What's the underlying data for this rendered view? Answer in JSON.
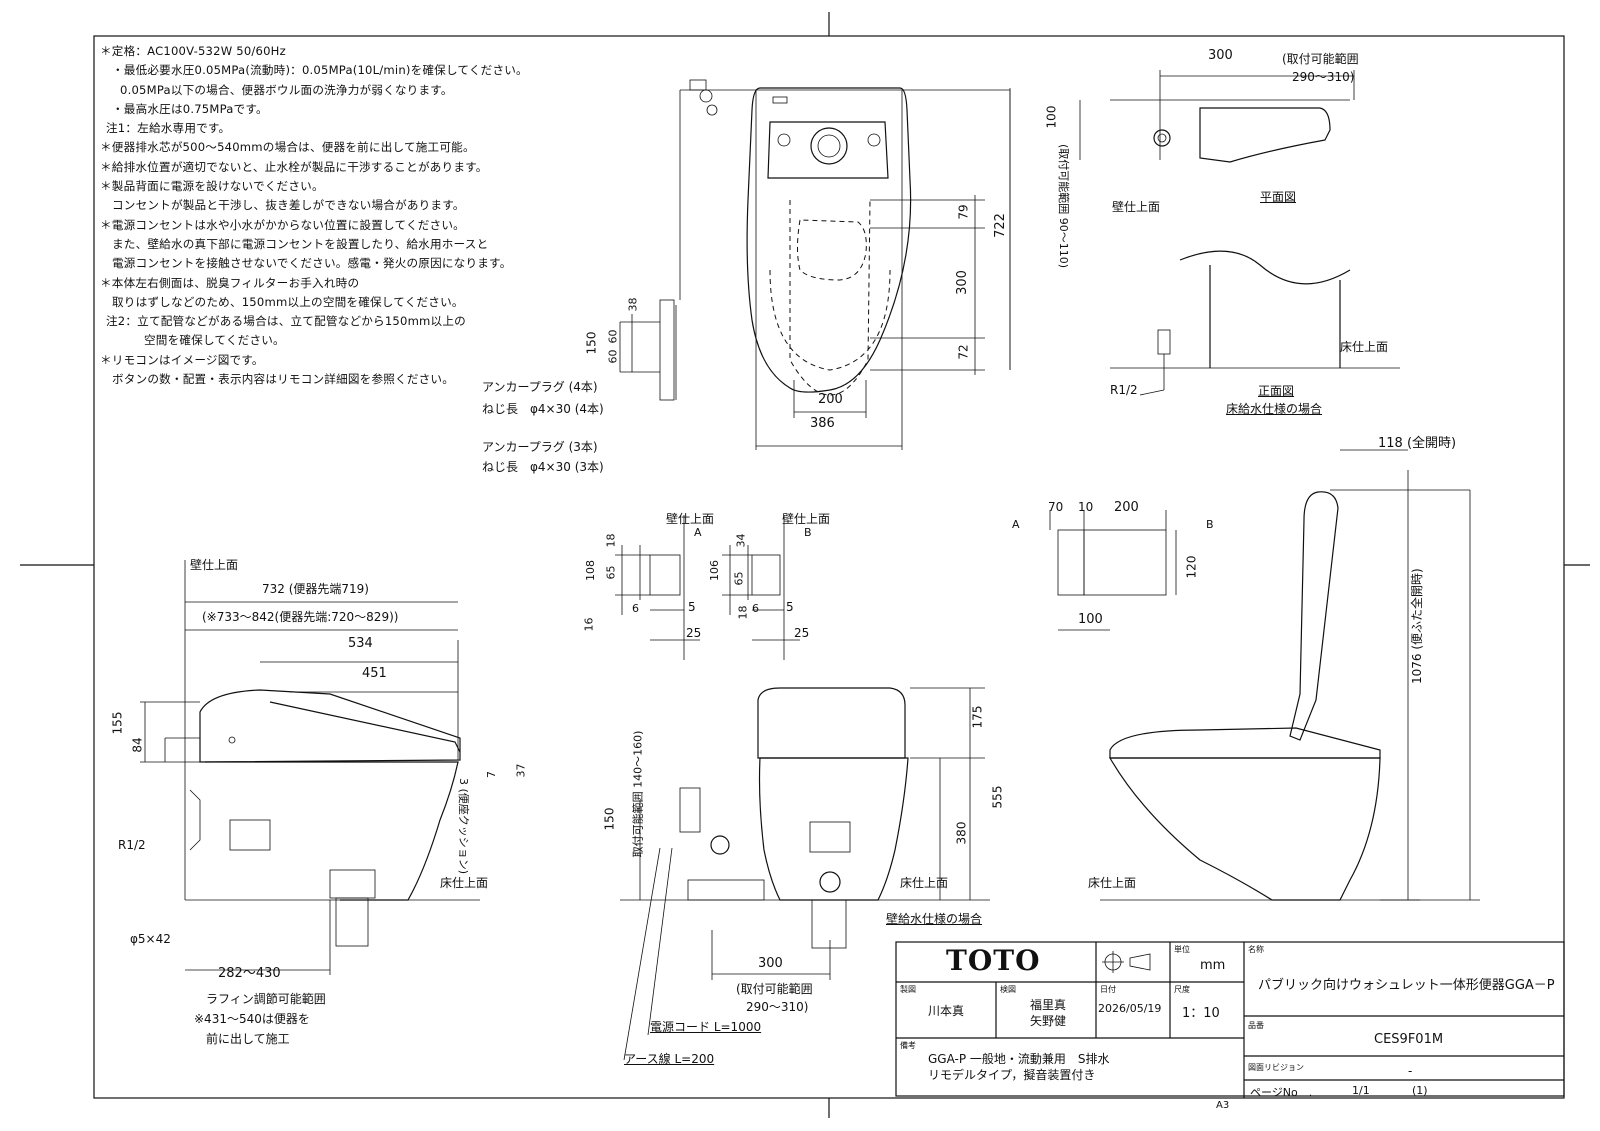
{
  "notes": [
    "＊定格：AC100V-532W 50/60Hz",
    "・最低必要水圧0.05MPa(流動時)：0.05MPa(10L/min)を確保してください。",
    "0.05MPa以下の場合、便器ボウル面の洗浄力が弱くなります。",
    "・最高水圧は0.75MPaです。",
    "注1：左給水専用です。",
    "＊便器排水芯が500～540mmの場合は、便器を前に出して施工可能。",
    "＊給排水位置が適切でないと、止水栓が製品に干渉することがあります。",
    "＊製品背面に電源を設けないでください。",
    "コンセントが製品と干渉し、抜き差しができない場合があります。",
    "＊電源コンセントは水や小水がかからない位置に設置してください。",
    "また、壁給水の真下部に電源コンセントを設置したり、給水用ホースと",
    "電源コンセントを接触させないでください。感電・発火の原因になります。",
    "＊本体左右側面は、脱臭フィルターお手入れ時の",
    "取りはずしなどのため、150mm以上の空間を確保してください。",
    "注2：立て配管などがある場合は、立て配管などから150mm以上の",
    "空間を確保してください。",
    "＊リモコンはイメージ図です。",
    "ボタンの数・配置・表示内容はリモコン詳細図を参照ください。"
  ],
  "labels": {
    "wall_surface": "壁仕上面",
    "floor_surface": "床仕上面",
    "plan_view": "平面図",
    "front_view": "正面図",
    "floor_supply_case": "床給水仕様の場合",
    "wall_supply_case": "壁給水仕様の場合",
    "mount_range_top": "(取付可能範囲",
    "mount_range_top_val": "290～310)",
    "mount_range_side": "(取付可能範囲 90～110)",
    "anchor_4": "アンカープラグ (4本)",
    "screw_4": "ねじ長　φ4×30 (4本)",
    "anchor_3": "アンカープラグ (3本)",
    "screw_3": "ねじ長　φ4×30 (3本)",
    "r12_a": "R1/2",
    "r12_b": "R1/2",
    "fully_open": "118 (全開時)",
    "height_open": "1076 (便ふた全開時)",
    "seat_cushion": "3 (便座クッション)",
    "length_732": "732 (便器先端719)",
    "length_range": "(※733～842(便器先端:720～829))",
    "phi_5x42": "φ5×42",
    "range_282_430": "282～430",
    "rafin": "ラフィン調節可能範囲",
    "rafin_note1": "※431～540は便器を",
    "rafin_note2": "前に出して施工",
    "mount_range_front": "取付可能範囲 140～160)",
    "power_cord": "電源コード L=1000",
    "earth_wire": "アース線 L=200",
    "mount_range_bottom": "(取付可能範囲",
    "mount_range_bottom_val": "290～310)",
    "marker_a": "A",
    "marker_b": "B"
  },
  "dims": {
    "d300_top": "300",
    "d100": "100",
    "d722": "722",
    "d79": "79",
    "d300_mid": "300",
    "d72": "72",
    "d200_plan": "200",
    "d386": "386",
    "d150": "150",
    "d38": "38",
    "d60a": "60",
    "d60b": "60",
    "d534": "534",
    "d451": "451",
    "d155": "155",
    "d84": "84",
    "d7": "7",
    "d37": "37",
    "d18a": "18",
    "d108": "108",
    "d65a": "65",
    "d16": "16",
    "d6a": "6",
    "d5a": "5",
    "d25a": "25",
    "d34": "34",
    "d106": "106",
    "d65b": "65",
    "d18b": "18",
    "d6b": "6",
    "d5b": "5",
    "d25b": "25",
    "d70": "70",
    "d10": "10",
    "d200_side": "200",
    "d120": "120",
    "d100_side": "100",
    "d175": "175",
    "d555": "555",
    "d380": "380",
    "d150_front": "150",
    "d300_bottom": "300"
  },
  "titleblock": {
    "logo": "TOTO",
    "unit_label": "単位",
    "unit": "mm",
    "name_label": "名称",
    "name": "パブリック向けウォシュレット一体形便器GGA－P",
    "drawn_label": "製図",
    "drawn_by": "川本真",
    "checked_label": "検図",
    "checked_by1": "福里真",
    "checked_by2": "矢野健",
    "date_label": "日付",
    "date": "2026/05/19",
    "scale_label": "尺度",
    "scale": "1：10",
    "model_label": "品番",
    "model": "CES9F01M",
    "remarks_label": "備考",
    "remarks1": "GGA-P 一般地・流動兼用　S排水",
    "remarks2": "リモデルタイプ，擬音装置付き",
    "revision_label": "図面リビジョン",
    "revision": "-",
    "paper": "A3",
    "page_label": "ページNo　.",
    "page": "1/1",
    "page_suffix": "(1)"
  }
}
